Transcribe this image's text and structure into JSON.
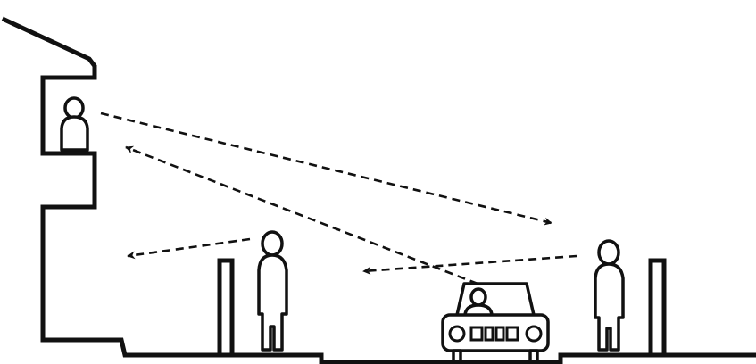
{
  "diagram": {
    "elements": [
      "house-with-balcony",
      "person-on-balcony",
      "front-fence",
      "pedestrian-on-sidewalk",
      "car-with-driver",
      "pedestrian-far-side",
      "far-fence"
    ],
    "sightlines": [
      {
        "from": "person-on-balcony",
        "to": "pedestrian-far-side",
        "style": "dashed"
      },
      {
        "from": "car-with-driver",
        "to": "person-on-balcony",
        "style": "dashed"
      },
      {
        "from": "pedestrian-on-sidewalk",
        "to": "house-with-balcony",
        "style": "dashed"
      },
      {
        "from": "pedestrian-far-side",
        "to": "car-with-driver",
        "style": "dashed"
      }
    ],
    "colors": {
      "ink": "#111111",
      "background": "#ffffff"
    }
  }
}
